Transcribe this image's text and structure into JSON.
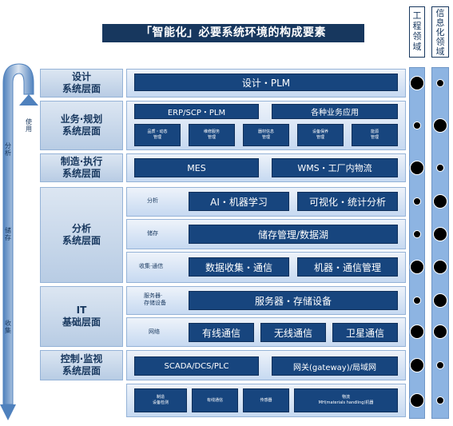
{
  "title": "「智能化」必要系统环境的构成要素",
  "col_headers": {
    "engineering": [
      "工",
      "程",
      "领",
      "域"
    ],
    "it": [
      "信",
      "息",
      "化",
      "领",
      "域"
    ]
  },
  "side_labels": {
    "use": [
      "使",
      "用"
    ],
    "analyze": [
      "分",
      "析"
    ],
    "store": [
      "储",
      "存"
    ],
    "collect": [
      "收",
      "集"
    ]
  },
  "layers": {
    "design": [
      "设计",
      "系统层面"
    ],
    "business": [
      "业务·规划",
      "系统层面"
    ],
    "manufacturing": [
      "制造·执行",
      "系统层面"
    ],
    "analysis": [
      "分析",
      "系统层面"
    ],
    "it_infra": [
      "IT",
      "基础层面"
    ],
    "control": [
      "控制·监视",
      "系统层面"
    ]
  },
  "boxes": {
    "plm": "设计・PLM",
    "erp": "ERP/SCP・PLM",
    "biz_apps": "各种业务应用",
    "quality": [
      "品质・动态",
      "管理"
    ],
    "maintenance": [
      "维修服务",
      "管理"
    ],
    "materials": [
      "器材信息",
      "管理"
    ],
    "equip_maint": [
      "设备保养",
      "管理"
    ],
    "energy": [
      "能源",
      "管理"
    ],
    "mes": "MES",
    "wms": "WMS・工厂内物流",
    "ai": "AI・机器学习",
    "visualize": "可视化・统计分析",
    "storage_mgmt": "储存管理/数据湖",
    "data_collect": "数据收集・通信",
    "machine_comm": "机器・通信管理",
    "server_storage": "服务器・存储设备",
    "wired": "有线通信",
    "wireless": "无线通信",
    "satellite": "卫星通信",
    "scada": "SCADA/DCS/PLC",
    "gateway": "网关(gateway)/局域网",
    "mfg_equipment": [
      "制造",
      "设备检测"
    ],
    "wired_comm": [
      "有线通信"
    ],
    "sensor": [
      "传感器"
    ],
    "material_handling": [
      "物流",
      "MH(materials handling)机器"
    ]
  },
  "row_labels": {
    "analysis": "分析",
    "storage": "储存",
    "collect_comm": "收集·通信",
    "server_storage": [
      "服务器·",
      "存储设备"
    ],
    "network": "网络"
  },
  "importance": {
    "design": [
      "large",
      "small"
    ],
    "business": [
      "small",
      "large"
    ],
    "manufacturing": [
      "large",
      "small"
    ],
    "analysis_analyze": [
      "small",
      "large"
    ],
    "analysis_store": [
      "small",
      "large"
    ],
    "analysis_collect": [
      "large",
      "large"
    ],
    "it_server": [
      "small",
      "large"
    ],
    "it_network": [
      "large",
      "large"
    ],
    "control": [
      "large",
      "small"
    ],
    "devices": [
      "large",
      "small"
    ]
  }
}
